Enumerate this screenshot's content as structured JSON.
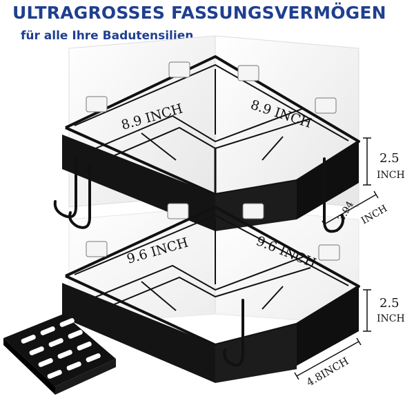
{
  "headline": "ULTRAGROSSES FASSUNGSVERMÖGEN",
  "subheadline": "für alle Ihre Badutensilien",
  "colors": {
    "headline": "#1f3f8f",
    "basket": "#111111",
    "adhesive_pad": "#f1f1f1",
    "dimension_line": "#111111"
  },
  "top_basket": {
    "width_left": "8.9 INCH",
    "width_right": "8.9 INCH",
    "height": "2.5",
    "height_unit": "INCH",
    "depth": "3.94",
    "depth_unit": "INCH"
  },
  "bottom_basket": {
    "width_left": "9.6 INCH",
    "width_right": "9.6 INCH",
    "height": "2.5",
    "height_unit": "INCH",
    "depth": "4.8INCH"
  }
}
